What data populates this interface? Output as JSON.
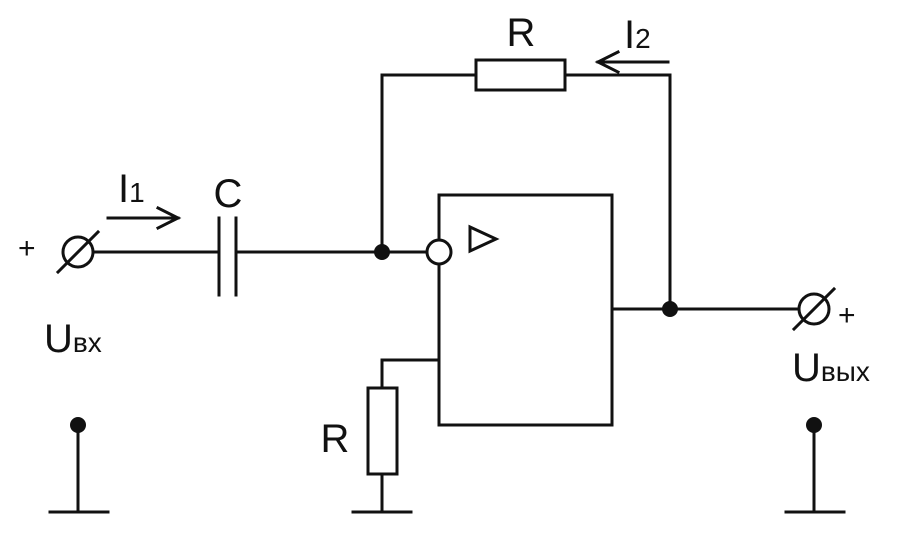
{
  "labels": {
    "r_feedback": "R",
    "r_ground": "R",
    "c": "C",
    "i1_main": "I",
    "i1_sub": "1",
    "i2_main": "I",
    "i2_sub": "2",
    "uin_main": "U",
    "uin_sub": "вх",
    "uout_main": "U",
    "uout_sub": "вых",
    "plus_in": "+",
    "plus_out": "+",
    "amp_symbol": "▷"
  },
  "colors": {
    "line": "#111111",
    "background": "#ffffff"
  }
}
